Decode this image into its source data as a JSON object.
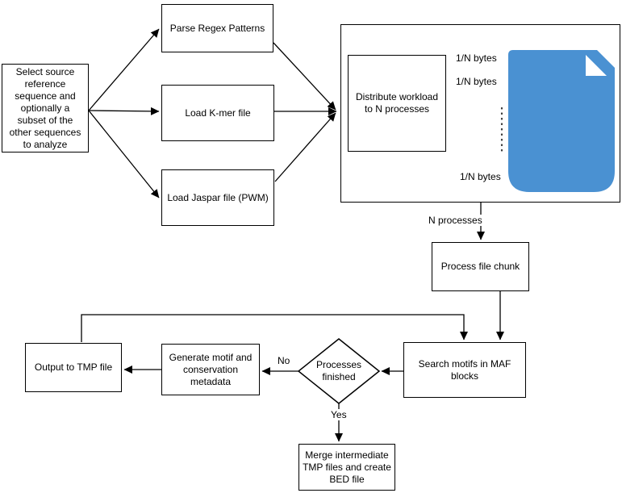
{
  "diagram": {
    "nodes": {
      "select_source": {
        "label": "Select source reference sequence and optionally a subset of the other sequences to analyze"
      },
      "parse_regex": {
        "label": "Parse Regex Patterns"
      },
      "load_kmer": {
        "label": "Load K-mer file"
      },
      "load_jaspar": {
        "label": "Load Jaspar file (PWM)"
      },
      "distribute": {
        "label": "Distribute workload to N processes"
      },
      "process_chunk": {
        "label": "Process file chunk"
      },
      "search_motifs": {
        "label": "Search motifs in MAF blocks"
      },
      "decision": {
        "label": "Processes finished"
      },
      "generate_metadata": {
        "label": "Generate motif and conservation metadata"
      },
      "output_tmp": {
        "label": "Output to TMP file"
      },
      "merge_tmp": {
        "label": "Merge intermediate TMP files and create BED file"
      }
    },
    "edge_labels": {
      "n_processes": "N processes",
      "no": "No",
      "yes": "Yes",
      "bytes_top": "1/N bytes",
      "bytes_mid": "1/N bytes",
      "bytes_bottom": "1/N bytes"
    },
    "icons": {
      "document": "blue document file with folded corner",
      "ellipsis": "vertical dots continuation"
    },
    "colors": {
      "document_blue": "#4A91D2",
      "stroke": "#000000",
      "background": "#FFFFFF"
    }
  }
}
